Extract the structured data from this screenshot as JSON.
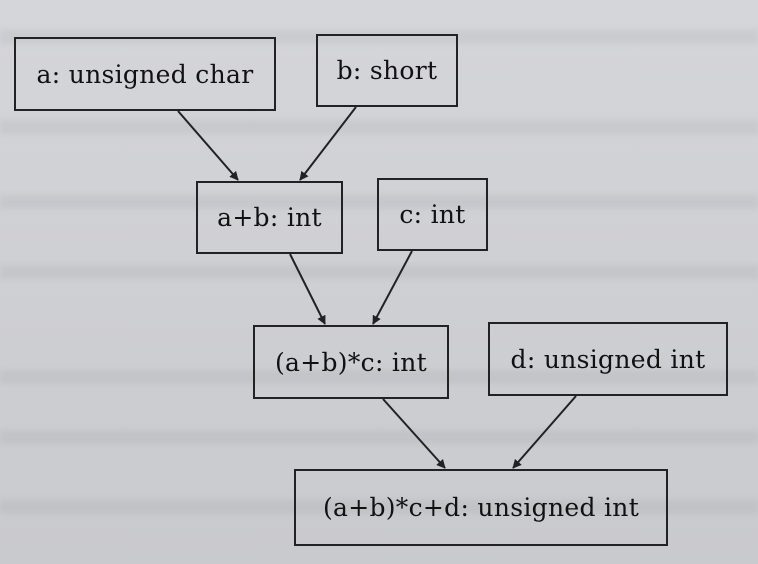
{
  "diagram": {
    "nodes": {
      "a": "a: unsigned char",
      "b": "b: short",
      "ab": "a+b: int",
      "c": "c: int",
      "abc": "(a+b)*c: int",
      "d": "d: unsigned int",
      "abcd": "(a+b)*c+d: unsigned int"
    },
    "edges": [
      {
        "from": "a",
        "to": "ab"
      },
      {
        "from": "b",
        "to": "ab"
      },
      {
        "from": "ab",
        "to": "abc"
      },
      {
        "from": "c",
        "to": "abc"
      },
      {
        "from": "abc",
        "to": "abcd"
      },
      {
        "from": "d",
        "to": "abcd"
      }
    ],
    "colors": {
      "line": "#222222",
      "text": "#111111"
    }
  }
}
